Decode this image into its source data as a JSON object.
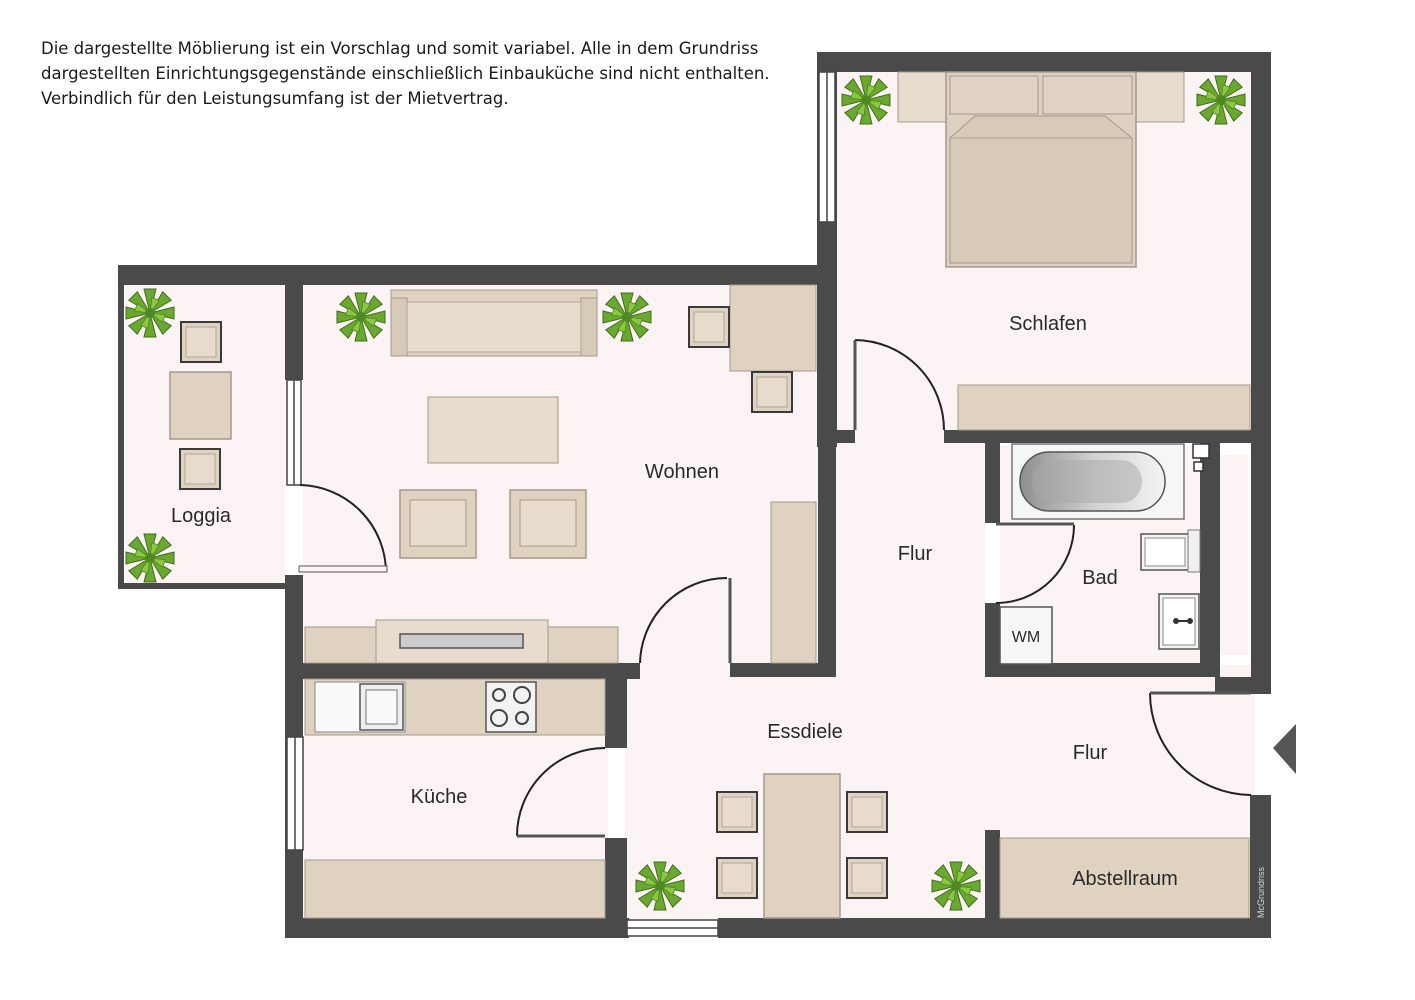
{
  "disclaimer": {
    "line1": "Die dargestellte Möblierung ist ein Vorschlag und somit variabel. Alle in dem Grundriss",
    "line2": "dargestellten Einrichtungsgegenstände einschließlich Einbauküche sind nicht enthalten.",
    "line3": "Verbindlich für den Leistungsumfang ist der Mietvertrag."
  },
  "rooms": {
    "schlafen": "Schlafen",
    "wohnen": "Wohnen",
    "loggia": "Loggia",
    "flur_upper": "Flur",
    "bad": "Bad",
    "essdiele": "Essdiele",
    "flur_lower": "Flur",
    "kueche": "Küche",
    "abstellraum": "Abstellraum"
  },
  "fixtures": {
    "washing_machine": "WM"
  },
  "credit": "McGrundriss",
  "colors": {
    "wall": "#4a4a4a",
    "floor": "#fbf3f4",
    "furniture": "#e0d2c1",
    "furniture_edge": "#a5998c",
    "plant": "#6aa830",
    "entrance_arrow": "#555555"
  }
}
